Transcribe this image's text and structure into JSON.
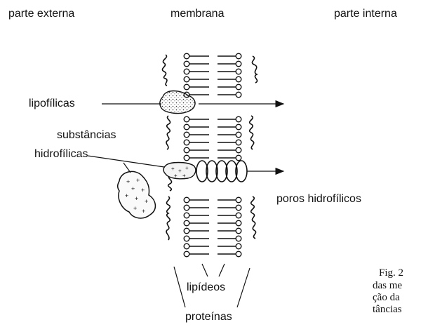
{
  "headers": {
    "outside": "parte externa",
    "membrane": "membrana",
    "inside": "parte interna"
  },
  "labels": {
    "lipophilic": "lipofílicas",
    "substances": "substâncias",
    "hydrophilic": "hidrofílicas",
    "pores": "poros hidrofílicos",
    "lipids": "lipídeos",
    "proteins": "proteínas"
  },
  "caption_fragments": [
    "Fig. 2",
    "das me",
    "ção da",
    "tâncias"
  ]
}
